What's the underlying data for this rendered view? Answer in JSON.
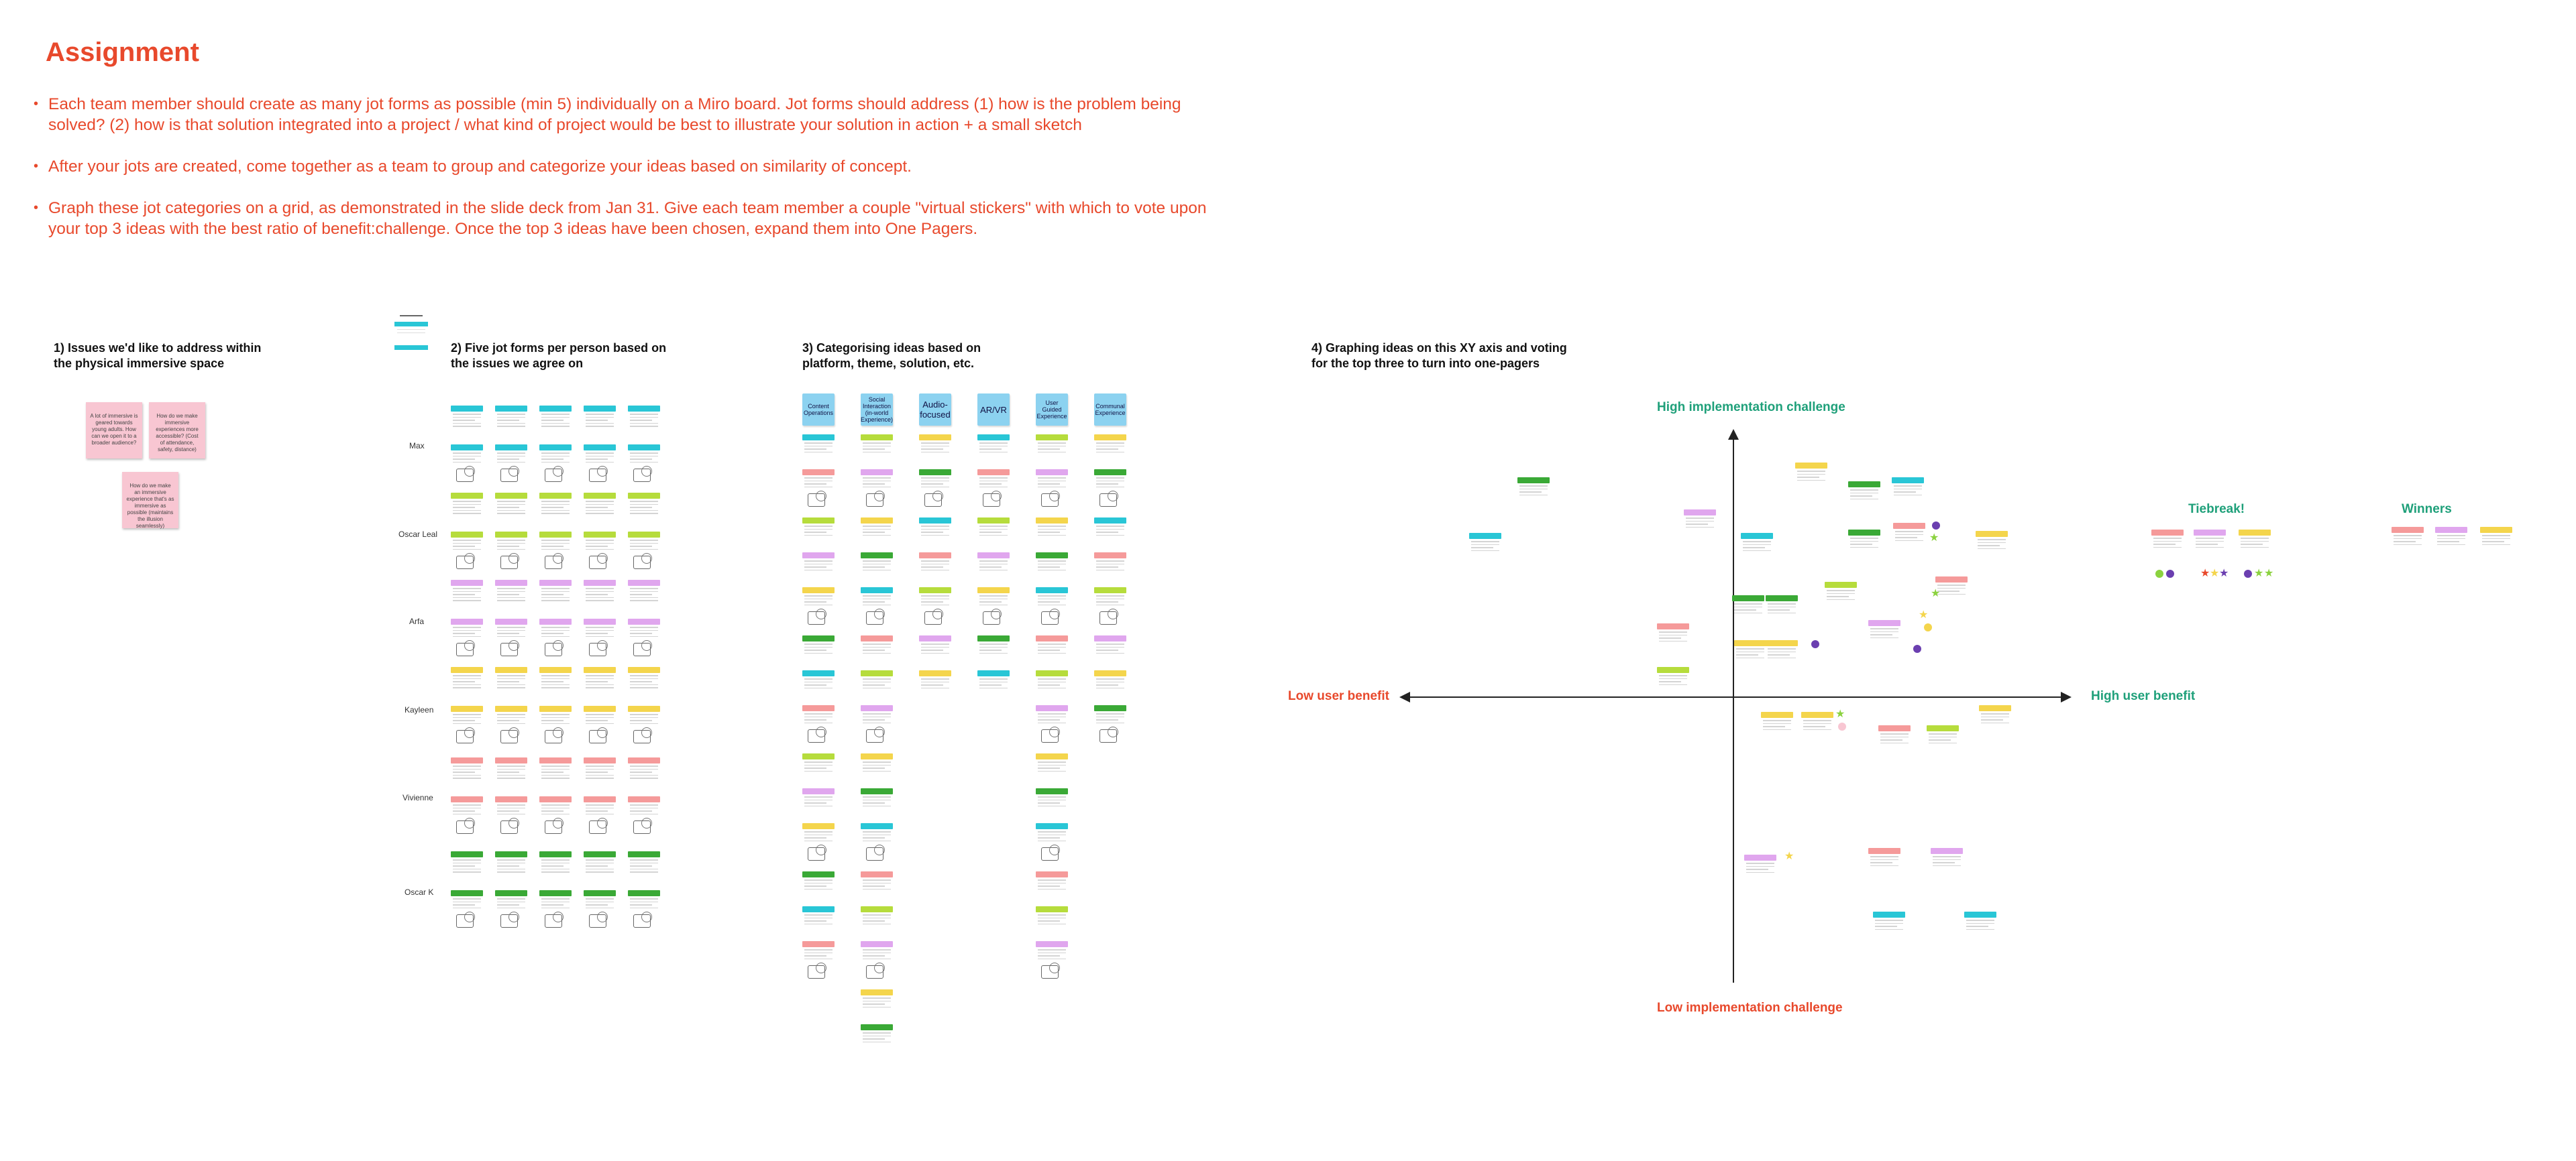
{
  "assignment": {
    "title": "Assignment",
    "bullets": [
      "Each team member should create as many jot forms as possible (min 5) individually on a Miro board. Jot forms should address (1) how is the problem being solved? (2) how is that solution integrated into a project / what kind of project would be best to illustrate your solution in action + a small sketch",
      "After your jots are created, come together as a team to group and categorize your ideas based on similarity of concept.",
      "Graph these jot categories on a grid, as demonstrated in the slide deck from Jan 31. Give each team member a couple \"virtual stickers\" with which to vote upon your top 3 ideas with the best ratio of benefit:challenge. Once the top 3 ideas have been chosen, expand them into One Pagers."
    ]
  },
  "sections": {
    "s1": "1) Issues we'd like to address within the physical immersive space",
    "s2": "2) Five jot forms per person based on the issues we agree on",
    "s3": "3) Categorising ideas based on platform, theme, solution, etc.",
    "s4": "4) Graphing ideas on this XY axis and voting for the top three to turn into one-pagers"
  },
  "issues": [
    "A lot of immersive is geared towards young adults. How can we open it to a broader audience?",
    "How do we make immersive experiences more accessible? (Cost of attendance, safety, distance)",
    "How do we make an immersive experience that's as immersive as possible (maintains the illusion seamlessly)"
  ],
  "people": [
    "Max",
    "Oscar Leal",
    "Arfa",
    "Kayleen",
    "Vivienne",
    "Oscar K"
  ],
  "categories": [
    "Content Operations",
    "Social Interaction (in-world Experience)",
    "Audio-focused",
    "AR/VR",
    "User Guided Experience",
    "Communal Experience"
  ],
  "axes": {
    "top": "High implementation challenge",
    "bottom": "Low implementation challenge",
    "left": "Low user benefit",
    "right": "High user benefit"
  },
  "labels": {
    "tiebreak": "Tiebreak!",
    "winners": "Winners"
  },
  "colors": {
    "accent": "#e8492c",
    "axis_green": "#1fa07a",
    "teal": "#29c6d6",
    "green": "#3aa936",
    "lime": "#b6dc3c",
    "yellow": "#f4d54c",
    "pink": "#f59a9a",
    "lilac": "#e0a6ee",
    "sticky_pink": "#f8c6d2",
    "sticky_blue": "#8cd2f0"
  }
}
